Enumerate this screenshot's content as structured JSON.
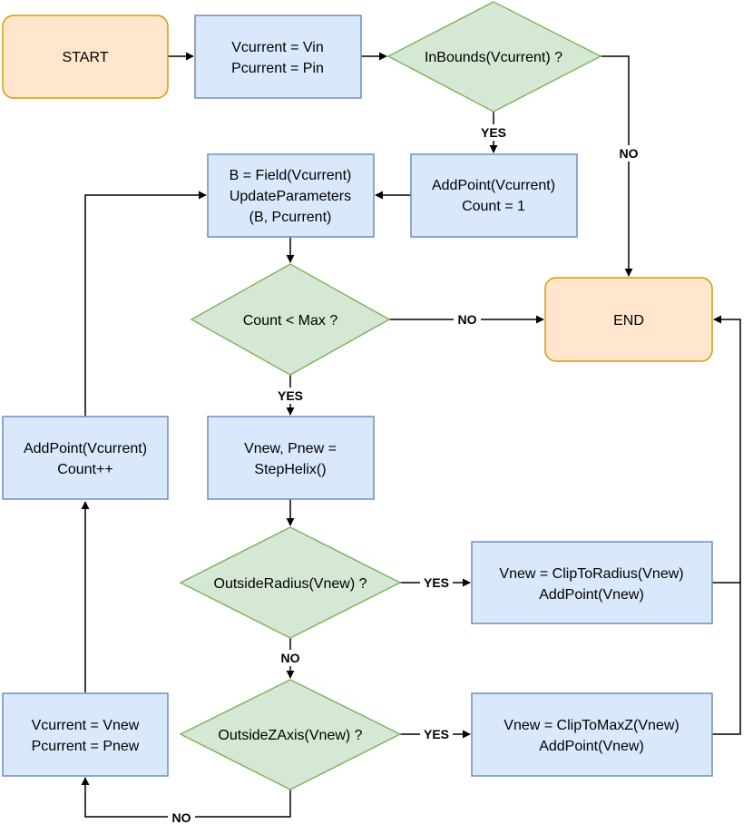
{
  "nodes": {
    "start": {
      "lines": [
        "START"
      ]
    },
    "init": {
      "lines": [
        "Vcurrent = Vin",
        "Pcurrent = Pin"
      ]
    },
    "in_bounds": {
      "lines": [
        "InBounds(Vcurrent) ?"
      ]
    },
    "add_first": {
      "lines": [
        "AddPoint(Vcurrent)",
        "Count = 1"
      ]
    },
    "field": {
      "lines": [
        "B = Field(Vcurrent)",
        "UpdateParameters",
        "(B, Pcurrent)"
      ]
    },
    "count_check": {
      "lines": [
        "Count < Max ?"
      ]
    },
    "end": {
      "lines": [
        "END"
      ]
    },
    "step": {
      "lines": [
        "Vnew, Pnew =",
        "StepHelix()"
      ]
    },
    "add_point": {
      "lines": [
        "AddPoint(Vcurrent)",
        "Count++"
      ]
    },
    "outside_radius": {
      "lines": [
        "OutsideRadius(Vnew) ?"
      ]
    },
    "clip_radius": {
      "lines": [
        "Vnew = ClipToRadius(Vnew)",
        "AddPoint(Vnew)"
      ]
    },
    "outside_z": {
      "lines": [
        "OutsideZAxis(Vnew) ?"
      ]
    },
    "clip_z": {
      "lines": [
        "Vnew = ClipToMaxZ(Vnew)",
        "AddPoint(Vnew)"
      ]
    },
    "update": {
      "lines": [
        "Vcurrent = Vnew",
        "Pcurrent = Pnew"
      ]
    }
  },
  "edge_labels": {
    "inbounds_yes": "YES",
    "inbounds_no": "NO",
    "count_no": "NO",
    "count_yes": "YES",
    "radius_yes": "YES",
    "radius_no": "NO",
    "z_yes": "YES",
    "z_no": "NO"
  },
  "colors": {
    "terminal_fill": "#ffe6cc",
    "terminal_stroke": "#d79b00",
    "process_fill": "#dae8fc",
    "process_stroke": "#6c8ebf",
    "decision_fill": "#d5e8d4",
    "decision_stroke": "#82b366",
    "line": "#000000"
  }
}
